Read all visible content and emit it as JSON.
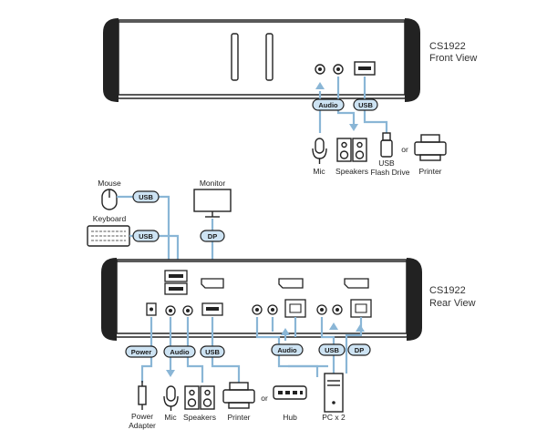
{
  "front": {
    "title_model": "CS1922",
    "title_view": "Front View",
    "pills": {
      "audio": "Audio",
      "usb": "USB"
    },
    "devices": {
      "mic": "Mic",
      "speakers": "Speakers",
      "usb1": "USB",
      "usb2": "Flash Drive",
      "or": "or",
      "printer": "Printer"
    }
  },
  "rear": {
    "title_model": "CS1922",
    "title_view": "Rear View",
    "top": {
      "mouse": "Mouse",
      "keyboard": "Keyboard",
      "monitor": "Monitor",
      "usb_mouse": "USB",
      "usb_keyboard": "USB",
      "dp": "DP"
    },
    "pills": {
      "power": "Power",
      "audio_left": "Audio",
      "usb_left": "USB",
      "audio_right": "Audio",
      "usb_right": "USB",
      "dp_right": "DP"
    },
    "devices": {
      "power1": "Power",
      "power2": "Adapter",
      "mic": "Mic",
      "speakers": "Speakers",
      "printer": "Printer",
      "or": "or",
      "hub": "Hub",
      "pc": "PC x 2"
    }
  }
}
